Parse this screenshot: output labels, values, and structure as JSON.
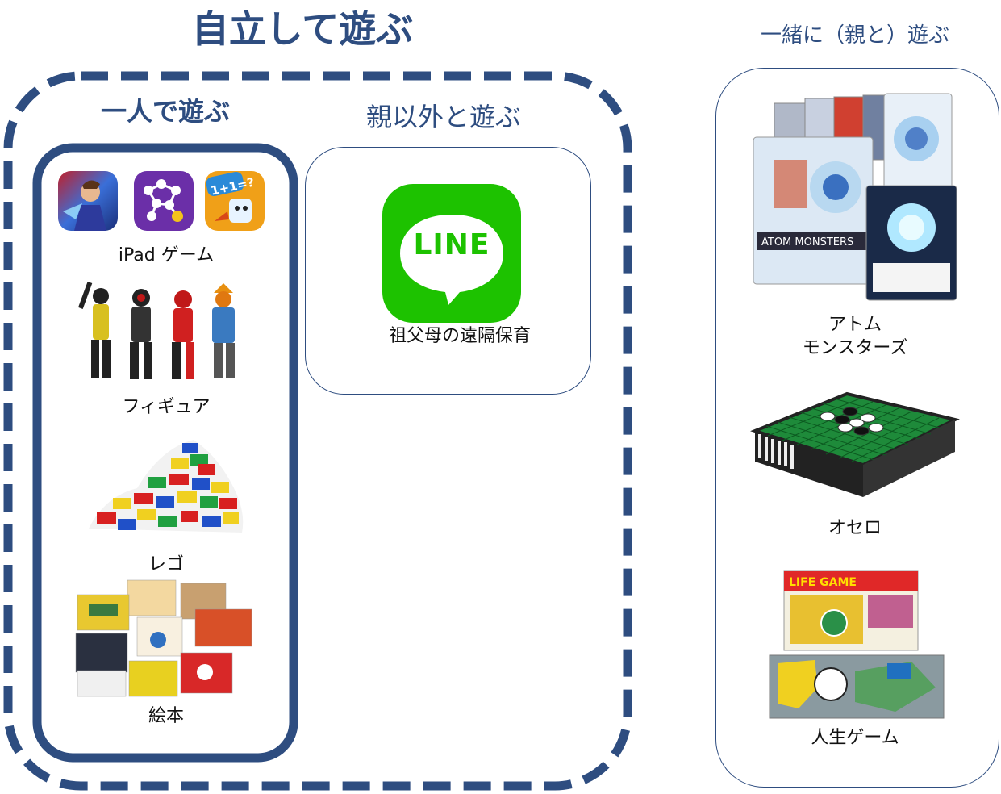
{
  "title": "自立して遊ぶ",
  "parent_section_title": "一緒に（親と）遊ぶ",
  "solo_section": {
    "heading": "一人で遊ぶ",
    "items": [
      {
        "label": "iPad ゲーム"
      },
      {
        "label": "フィギュア"
      },
      {
        "label": "レゴ"
      },
      {
        "label": "絵本"
      }
    ]
  },
  "others_section": {
    "heading": "親以外と遊ぶ",
    "line_logo_text": "LINE",
    "items": [
      {
        "label": "祖父母の遠隔保育"
      }
    ]
  },
  "parent_section": {
    "items": [
      {
        "label_line1": "アトム",
        "label_line2": "モンスターズ"
      },
      {
        "label": "オセロ"
      },
      {
        "label": "人生ゲーム"
      }
    ]
  },
  "colors": {
    "accent": "#2e4d80",
    "line_green": "#1dc200"
  }
}
